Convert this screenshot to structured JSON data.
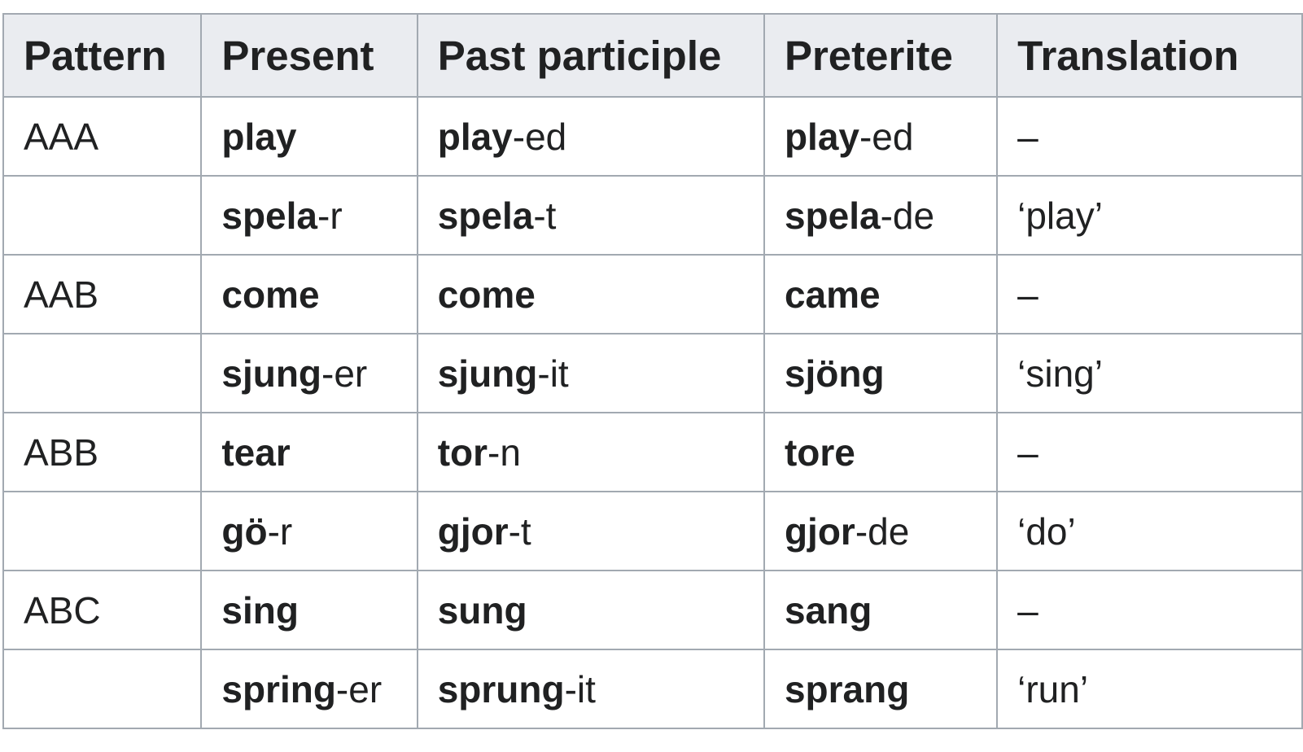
{
  "table": {
    "headers": [
      "Pattern",
      "Present",
      "Past participle",
      "Preterite",
      "Translation"
    ],
    "rows": [
      {
        "pattern": "AAA",
        "present": {
          "stem": "play",
          "suffix": ""
        },
        "past_participle": {
          "stem": "play",
          "suffix": "-ed"
        },
        "preterite": {
          "stem": "play",
          "suffix": "-ed"
        },
        "translation": "–"
      },
      {
        "pattern": "",
        "present": {
          "stem": "spela",
          "suffix": "-r"
        },
        "past_participle": {
          "stem": "spela",
          "suffix": "-t"
        },
        "preterite": {
          "stem": "spela",
          "suffix": "-de"
        },
        "translation": "‘play’"
      },
      {
        "pattern": "AAB",
        "present": {
          "stem": "come",
          "suffix": ""
        },
        "past_participle": {
          "stem": "come",
          "suffix": ""
        },
        "preterite": {
          "stem": "came",
          "suffix": ""
        },
        "translation": "–"
      },
      {
        "pattern": "",
        "present": {
          "stem": "sjung",
          "suffix": "-er"
        },
        "past_participle": {
          "stem": "sjung",
          "suffix": "-it"
        },
        "preterite": {
          "stem": "sjöng",
          "suffix": ""
        },
        "translation": "‘sing’"
      },
      {
        "pattern": "ABB",
        "present": {
          "stem": "tear",
          "suffix": ""
        },
        "past_participle": {
          "stem": "tor",
          "suffix": "-n"
        },
        "preterite": {
          "stem": "tore",
          "suffix": ""
        },
        "translation": "–"
      },
      {
        "pattern": "",
        "present": {
          "stem": "gö",
          "suffix": "-r"
        },
        "past_participle": {
          "stem": "gjor",
          "suffix": "-t"
        },
        "preterite": {
          "stem": "gjor",
          "suffix": "-de"
        },
        "translation": "‘do’"
      },
      {
        "pattern": "ABC",
        "present": {
          "stem": "sing",
          "suffix": ""
        },
        "past_participle": {
          "stem": "sung",
          "suffix": ""
        },
        "preterite": {
          "stem": "sang",
          "suffix": ""
        },
        "translation": "–"
      },
      {
        "pattern": "",
        "present": {
          "stem": "spring",
          "suffix": "-er"
        },
        "past_participle": {
          "stem": "sprung",
          "suffix": "-it"
        },
        "preterite": {
          "stem": "sprang",
          "suffix": ""
        },
        "translation": "‘run’"
      }
    ]
  }
}
